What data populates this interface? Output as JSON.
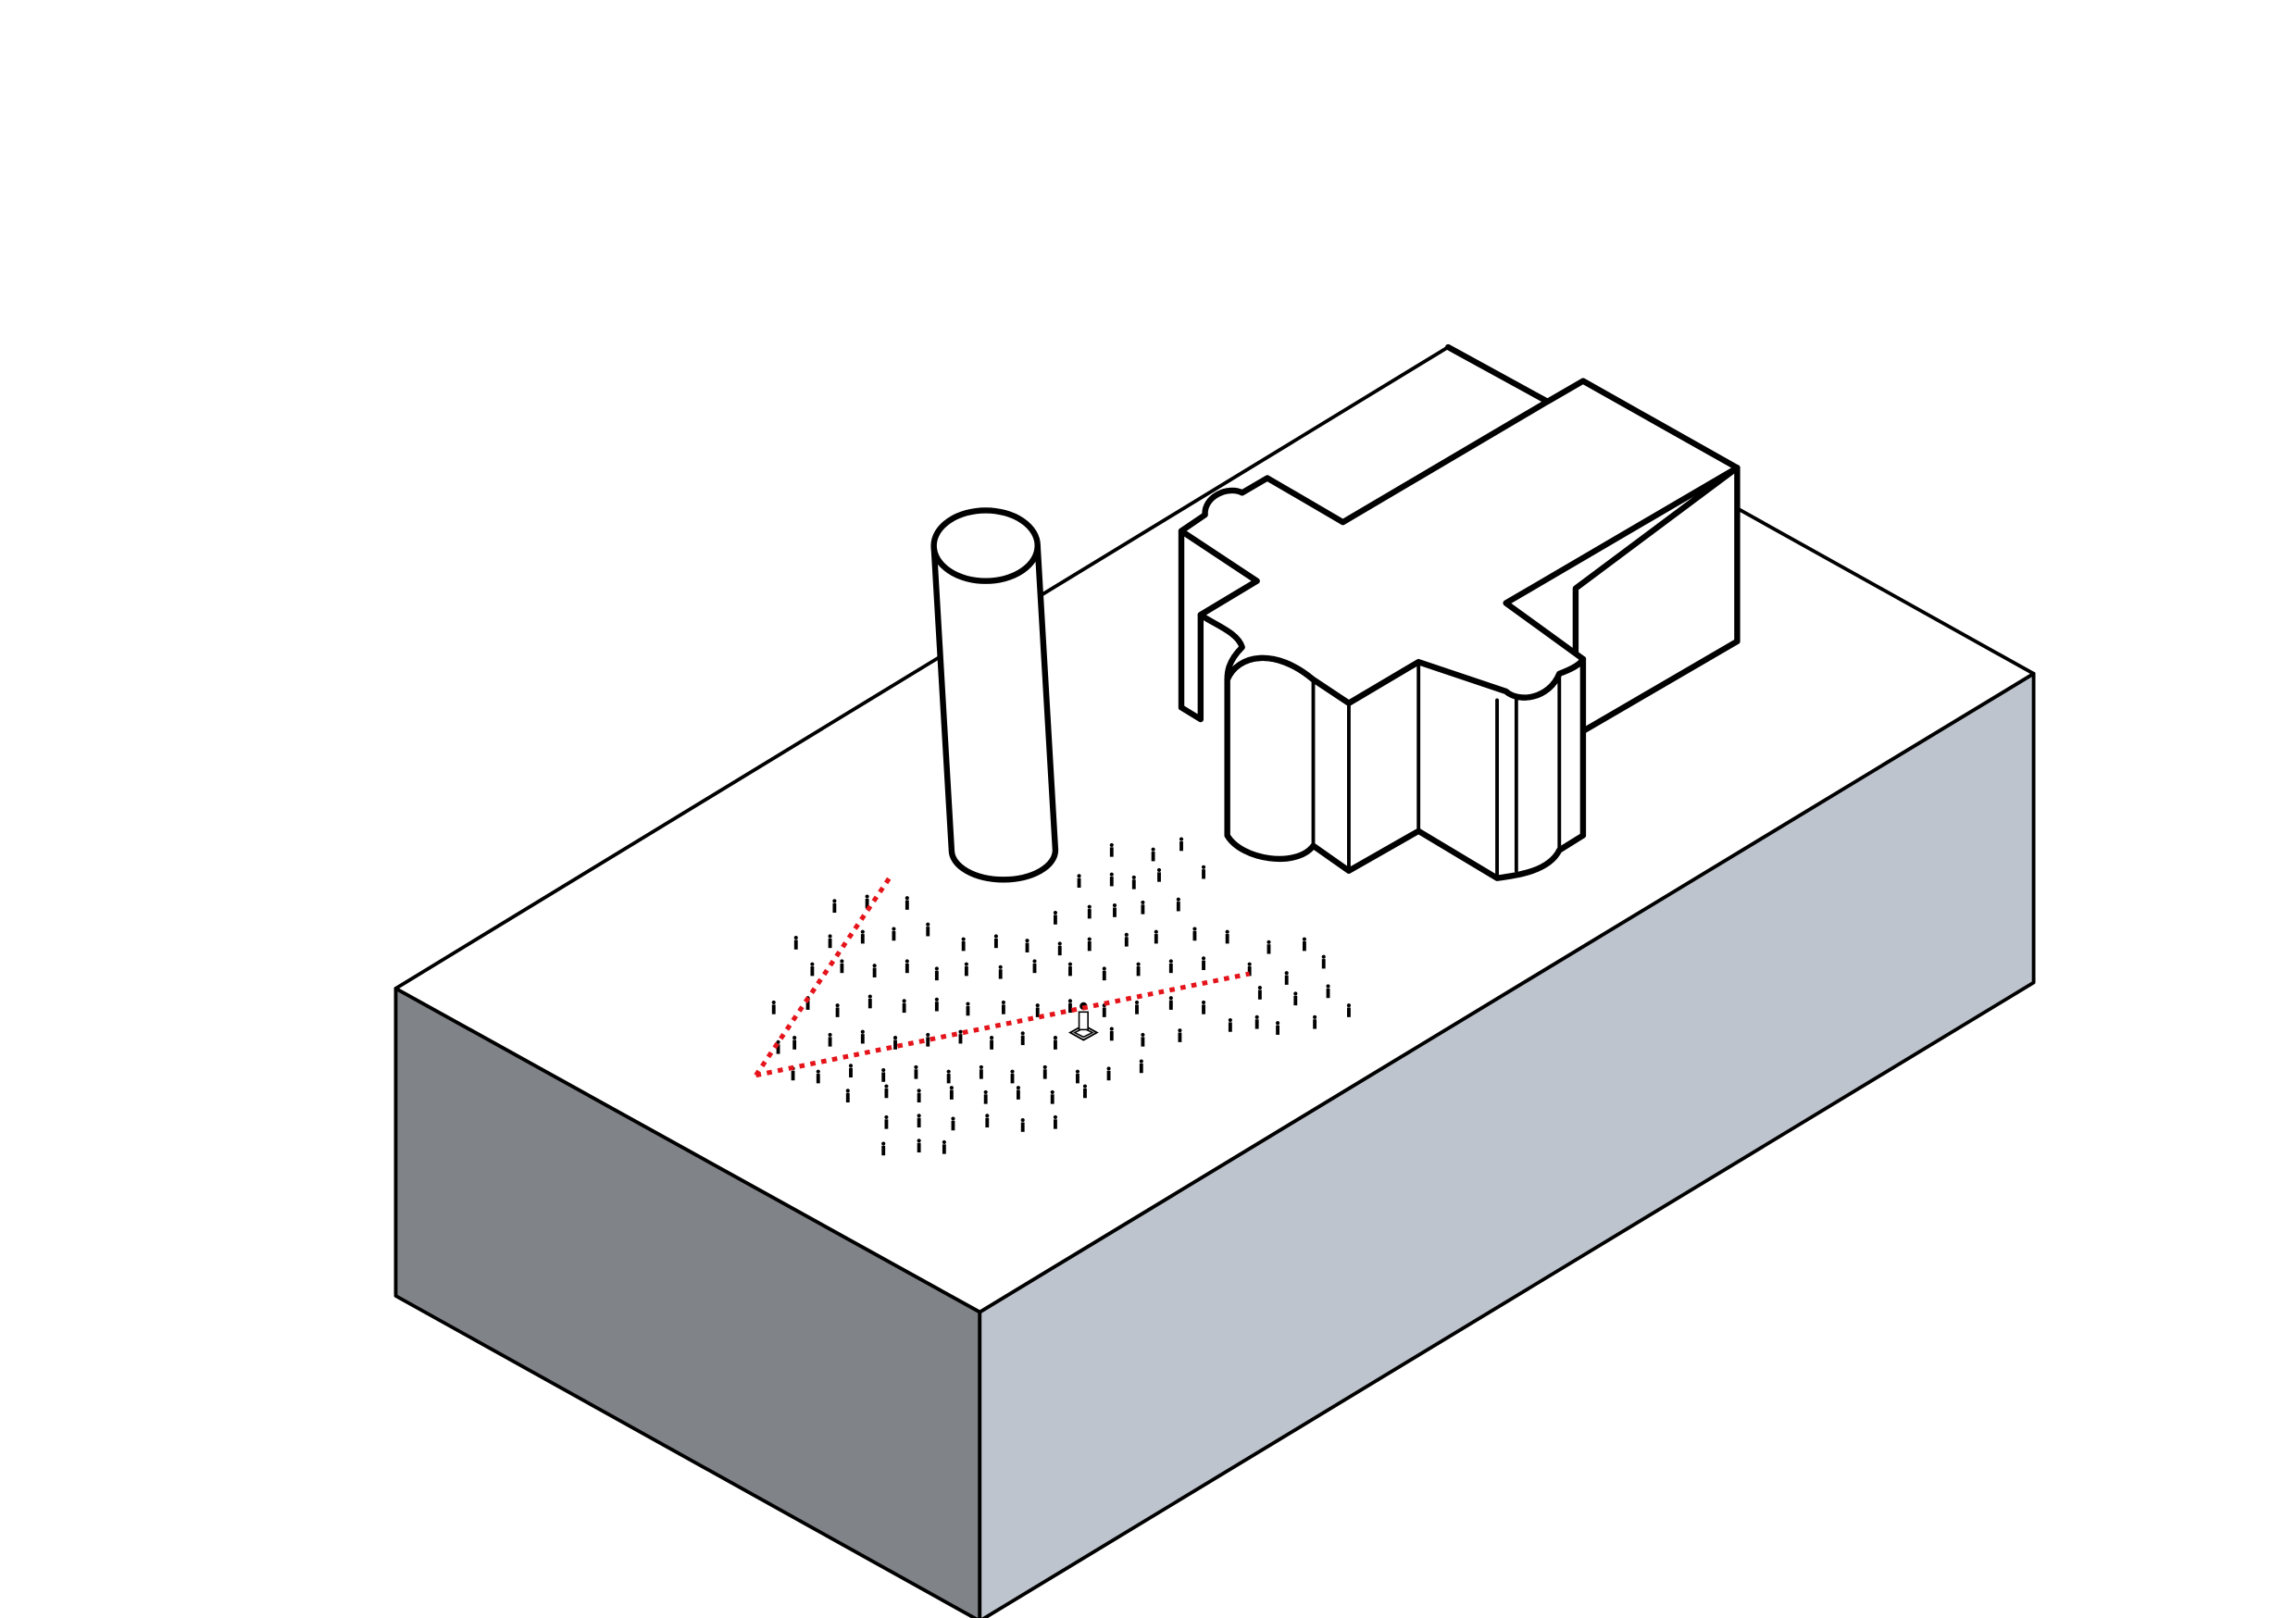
{
  "colors": {
    "background": "#ffffff",
    "block_top": "#ffffff",
    "block_left_face": "#808388",
    "block_right_face": "#bec4cd",
    "outline": "#000000",
    "sightline": "#e5141b"
  },
  "elements": {
    "block": "site-platform",
    "tower": "cylindrical-tower",
    "building": "cross-shaped-building",
    "crowd": "figure-people",
    "sightlines": "red-dotted-view-lines",
    "focal": "pedestal-object"
  }
}
